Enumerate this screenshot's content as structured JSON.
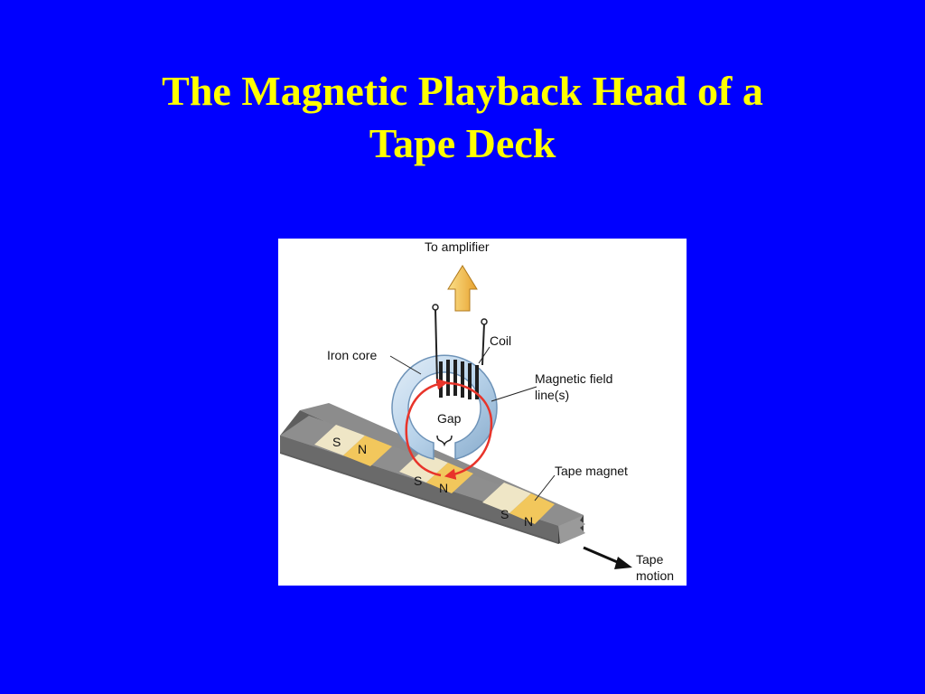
{
  "slide": {
    "title_line1": "The Magnetic Playback Head of a",
    "title_line2": "Tape Deck"
  },
  "diagram": {
    "labels": {
      "to_amplifier": "To amplifier",
      "coil": "Coil",
      "iron_core": "Iron core",
      "magnetic_field_line1": "Magnetic field",
      "magnetic_field_line2": "line(s)",
      "gap": "Gap",
      "tape_magnet": "Tape magnet",
      "tape_motion_line1": "Tape",
      "tape_motion_line2": "motion"
    },
    "magnets": [
      {
        "south": "S",
        "north": "N"
      },
      {
        "south": "S",
        "north": "N"
      },
      {
        "south": "S",
        "north": "N"
      }
    ]
  },
  "colors": {
    "background": "#0000FF",
    "title": "#FFFF00",
    "field_lines": "#E8342A",
    "iron_core": "#B9D3EA",
    "arrow": "#F5C04A",
    "tape": "#8A8A8A",
    "magnet_south": "#EFE6C6",
    "magnet_north": "#F2C75C"
  },
  "icons": [
    "up-arrow-icon",
    "right-arrow-icon"
  ]
}
